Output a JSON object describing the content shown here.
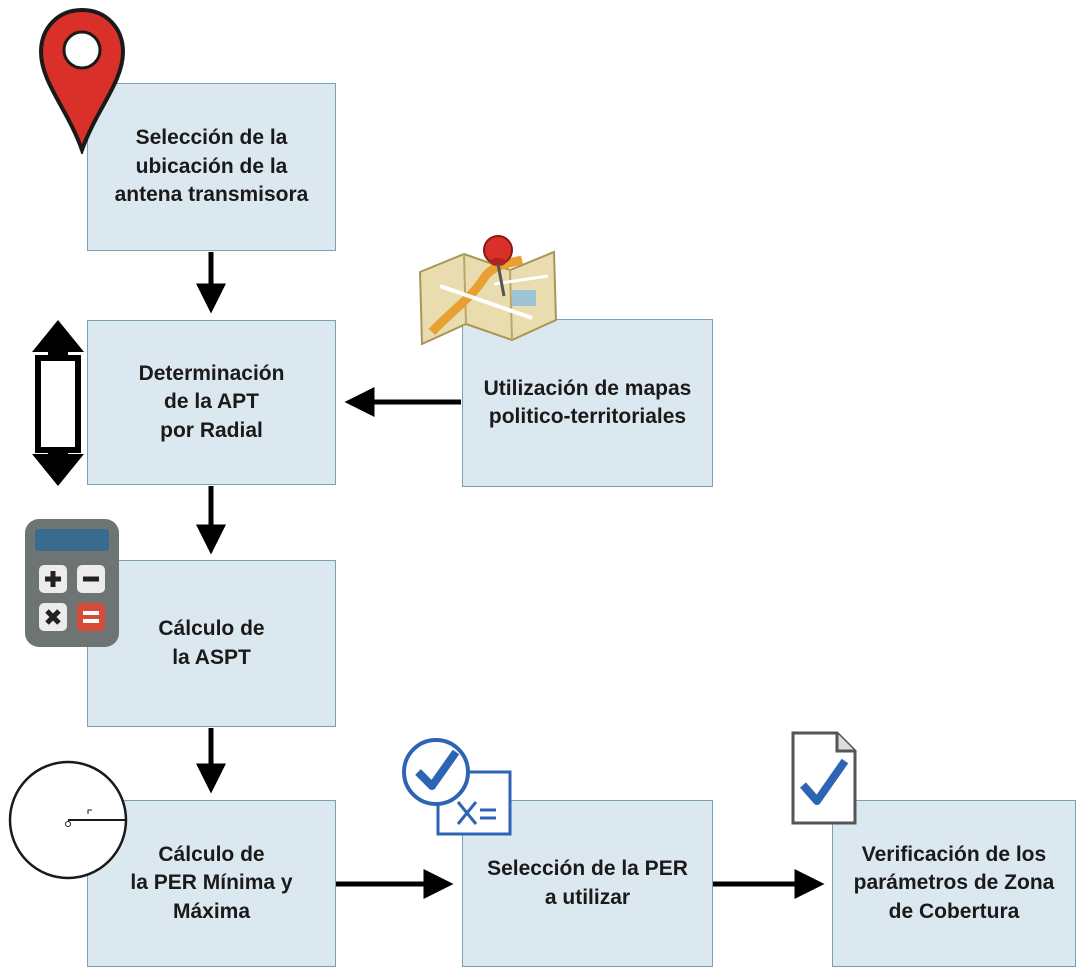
{
  "nodes": {
    "seleccion_ubicacion": "Selección de la\nubicación de la\nantena transmisora",
    "determinacion_apt": "Determinación\nde la APT\npor Radial",
    "utilizacion_mapas": "Utilización de mapas\npolitico-territoriales",
    "calculo_aspt": "Cálculo de\nla ASPT",
    "calculo_per": "Cálculo de\nla PER Mínima y\nMáxima",
    "seleccion_per": "Selección de la PER\na utilizar",
    "verificacion": "Verificación de los\nparámetros de Zona\nde Cobertura"
  },
  "icons": {
    "pin": "map-pin-icon",
    "double_arrow": "vertical-double-arrow-icon",
    "map": "folded-map-icon",
    "calculator": "calculator-icon",
    "circle": "circle-radius-icon",
    "check_formula": "check-formula-icon",
    "check_document": "check-document-icon"
  },
  "colors": {
    "box_fill": "#dce8f0",
    "box_border": "#7aa0b8",
    "arrow": "#000000",
    "pin_red": "#d9302a",
    "check_blue": "#2d64b4"
  }
}
